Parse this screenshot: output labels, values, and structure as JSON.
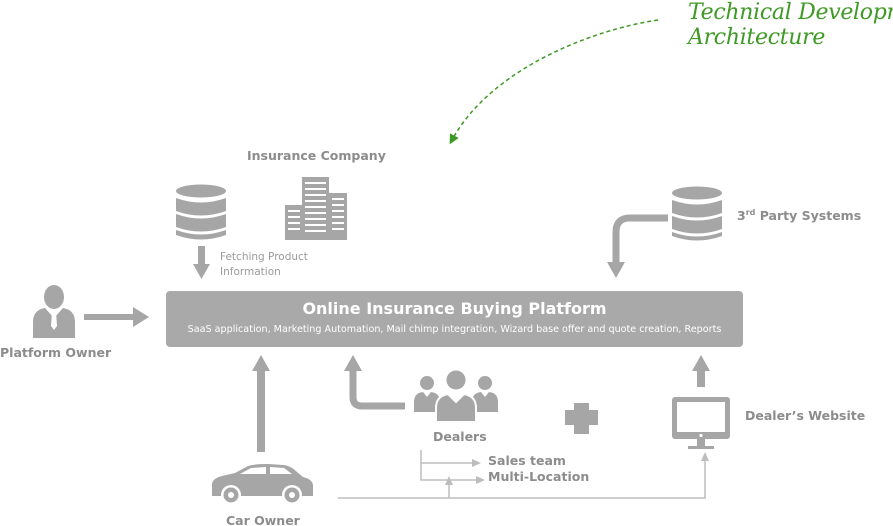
{
  "annotation": {
    "line1": "Technical Development",
    "line2": "Architecture",
    "color": "#3f9a25"
  },
  "labels": {
    "insurance_company": "Insurance Company",
    "fetching_line1": "Fetching Product",
    "fetching_line2": "Information",
    "third_party_prefix": "3",
    "third_party_sup": "rd",
    "third_party_suffix": " Party Systems",
    "platform_owner": "Platform Owner",
    "dealers": "Dealers",
    "dealers_website": "Dealer’s Website",
    "car_owner": "Car Owner",
    "sales_team": "Sales team",
    "multi_location": "Multi-Location"
  },
  "platform": {
    "title": "Online Insurance Buying Platform",
    "subtitle": "SaaS application, Marketing Automation, Mail chimp integration, Wizard base offer and quote creation, Reports"
  },
  "icons": [
    "database-icon",
    "office-building-icon",
    "database-icon",
    "businessman-icon",
    "group-of-people-icon",
    "puzzle-piece-icon",
    "monitor-icon",
    "car-icon"
  ],
  "colors": {
    "icon_gray": "#a6a6a6",
    "label_gray": "#8c8c8c",
    "arrow_light": "#bdbdbd",
    "annotation_green": "#3f9a25"
  }
}
